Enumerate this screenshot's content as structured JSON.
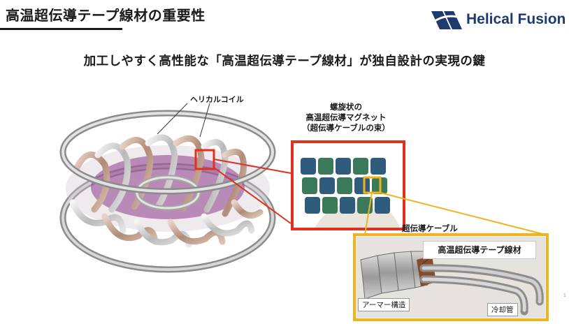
{
  "header": {
    "title": "高温超伝導テープ線材の重要性",
    "logo_text": "Helical Fusion"
  },
  "subtitle": "加工しやすく高性能な「高温超伝導テープ線材」が独自設計の実現の鍵",
  "diagram": {
    "helical_coil_label": "ヘリカルコイル",
    "magnet_label_lines": [
      "螺旋状の",
      "高温超伝導マグネット",
      "（超伝導ケーブルの束）"
    ],
    "cable_label": "超伝導ケーブル",
    "tape_label": "高温超伝導テープ線材",
    "armor_label": "アーマー構造",
    "cooling_label": "冷却管"
  },
  "colors": {
    "highlight_red": "#e0301e",
    "highlight_gold": "#f0b41e",
    "brand": "#1e3a6e"
  },
  "page_number": "1"
}
